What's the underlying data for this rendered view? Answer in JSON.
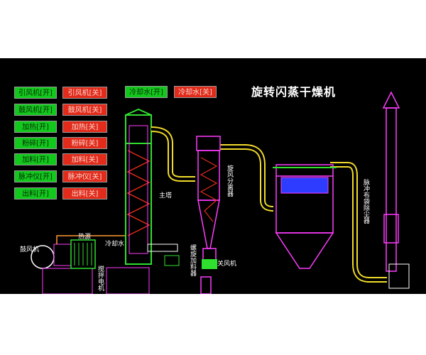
{
  "title": "旋转闪蒸干燥机",
  "controls": {
    "left": [
      {
        "on": "引风机[开]",
        "off": "引风机[关]"
      },
      {
        "on": "鼓风机[开]",
        "off": "鼓风机[关]"
      },
      {
        "on": "加热[开]",
        "off": "加热[关]"
      },
      {
        "on": "粉碎[开]",
        "off": "粉碎[关]"
      },
      {
        "on": "加料[开]",
        "off": "加料[关]"
      },
      {
        "on": "脉冲仪[开]",
        "off": "脉冲仪[关]"
      },
      {
        "on": "出料[开]",
        "off": "出料[关]"
      }
    ],
    "cooling": {
      "on": "冷却水[开]",
      "off": "冷却水[关]"
    }
  },
  "labels": {
    "blower": "鼓风机",
    "heater": "热源",
    "cooling_water": "冷却水",
    "main_tower": "主塔",
    "cyclone": "旋风分离器",
    "air_lock": "关风机",
    "feeder": "螺旋加料器",
    "bag_filter": "脉冲布袋除尘器",
    "crusher": "搅拌电机"
  },
  "colors": {
    "on": "#12c81c",
    "off": "#e22b1a",
    "duct": "#f2dc2a",
    "tower": "#2fe02f",
    "frame": "#ff3cff",
    "pipe_white": "#ffffff"
  }
}
